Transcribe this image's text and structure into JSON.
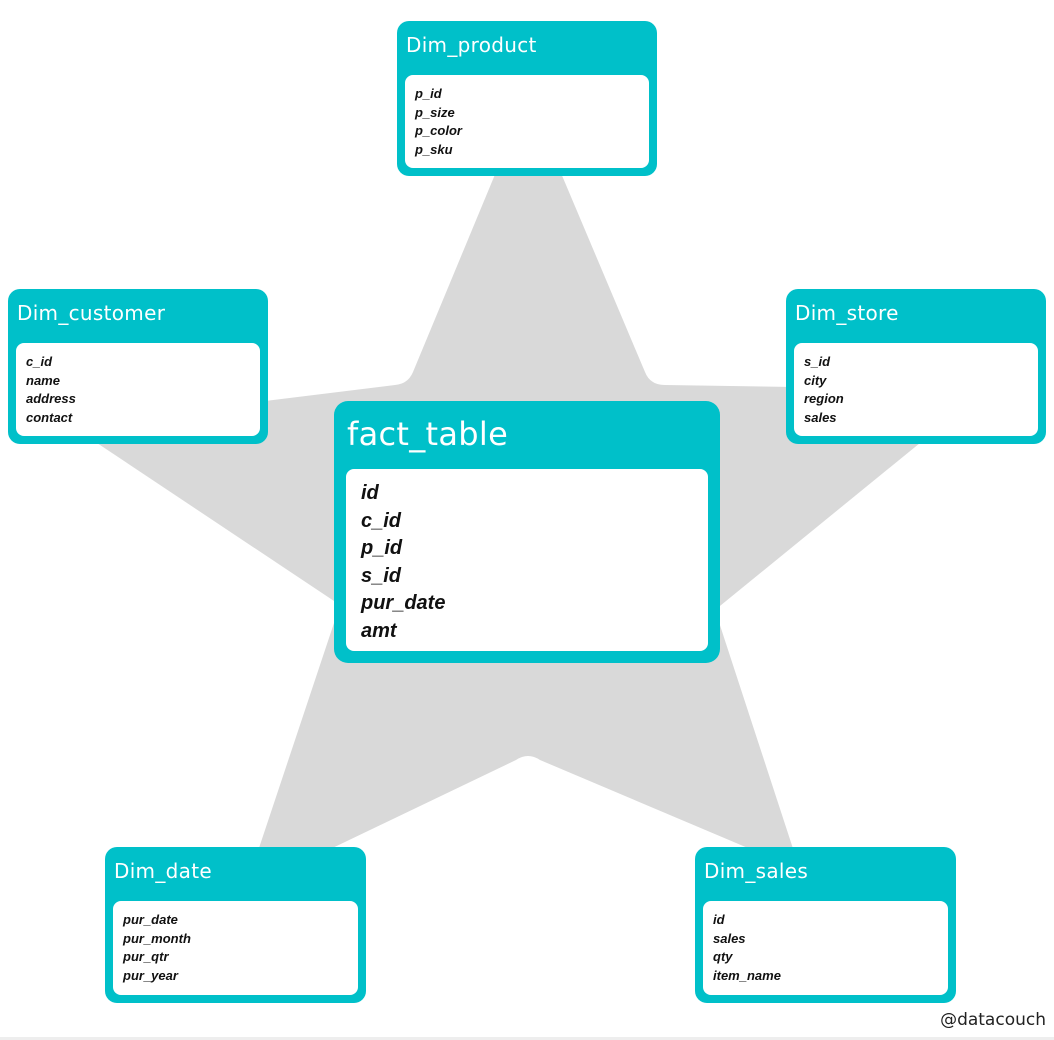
{
  "colors": {
    "card": "#00c0c9",
    "star": "#d9d9d9",
    "card_body": "#ffffff"
  },
  "fact_table": {
    "title": "fact_table",
    "fields": [
      "id",
      "c_id",
      "p_id",
      "s_id",
      "pur_date",
      "amt"
    ]
  },
  "dimensions": {
    "product": {
      "title": "Dim_product",
      "fields": [
        "p_id",
        "p_size",
        "p_color",
        "p_sku"
      ]
    },
    "customer": {
      "title": "Dim_customer",
      "fields": [
        "c_id",
        "name",
        "address",
        "contact"
      ]
    },
    "store": {
      "title": "Dim_store",
      "fields": [
        "s_id",
        "city",
        "region",
        "sales"
      ]
    },
    "date": {
      "title": "Dim_date",
      "fields": [
        "pur_date",
        "pur_month",
        "pur_qtr",
        "pur_year"
      ]
    },
    "sales": {
      "title": "Dim_sales",
      "fields": [
        "id",
        "sales",
        "qty",
        "item_name"
      ]
    }
  },
  "watermark": "@datacouch"
}
